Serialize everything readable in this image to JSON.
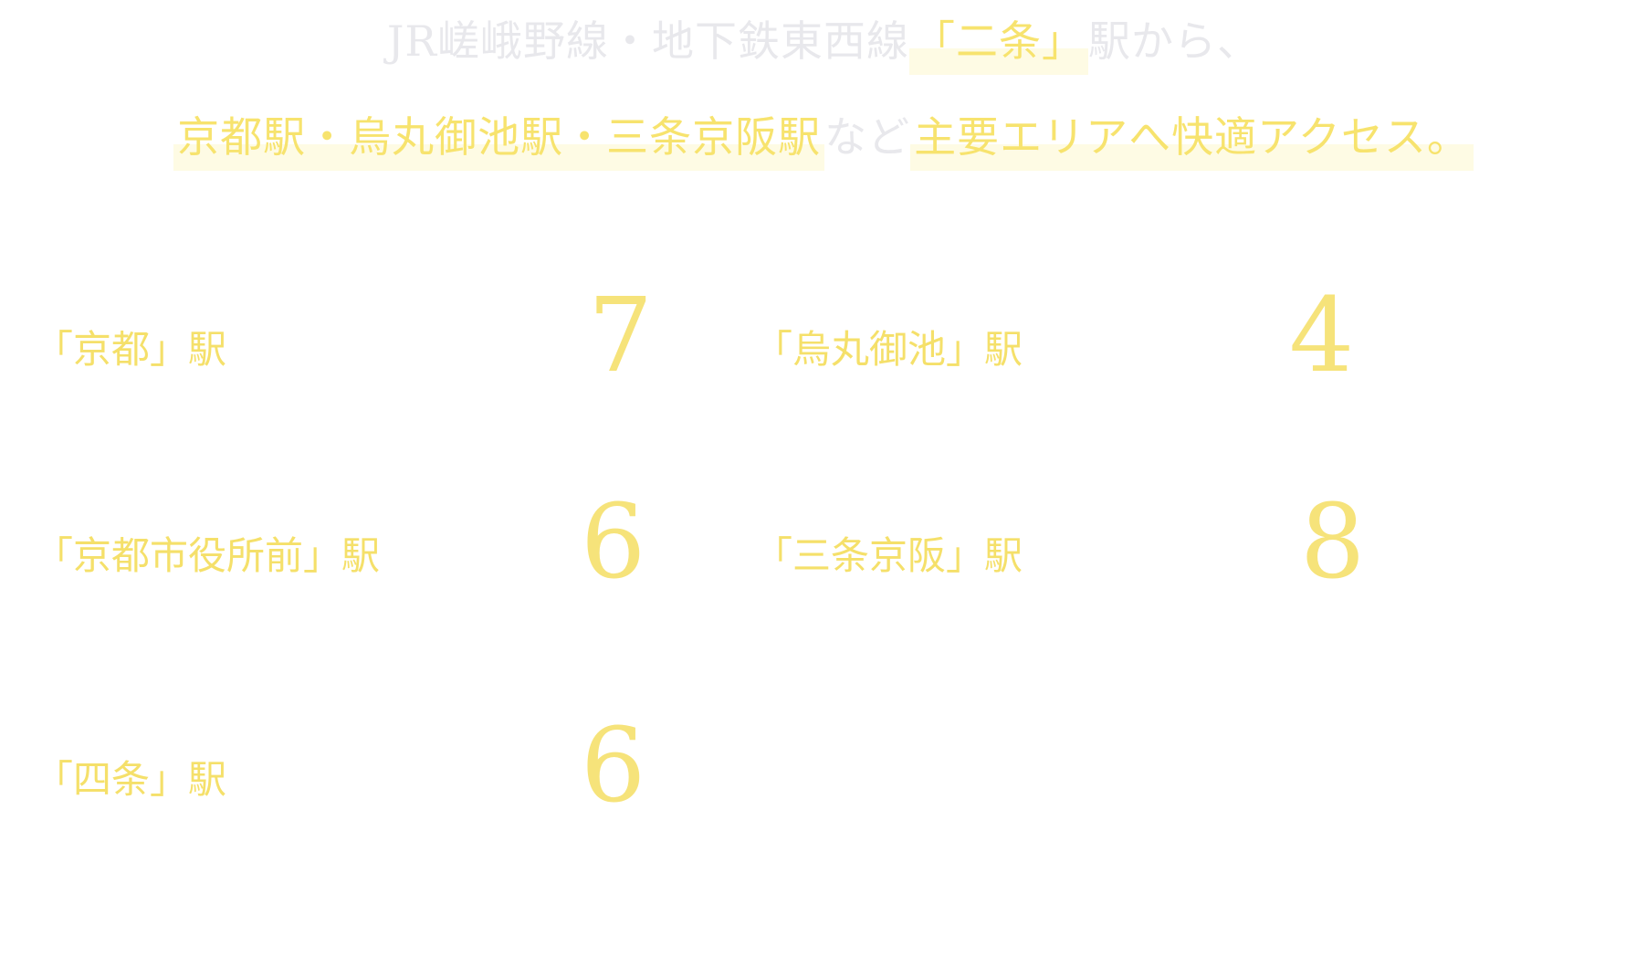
{
  "headline": {
    "line1_plain": "JR嵯峨野線・地下鉄東西線",
    "line1_highlight": "「二条」",
    "line1_plain2": "駅から、",
    "line2_highlight1": "京都駅・烏丸御池駅・三条京阪駅",
    "line2_plain": "など",
    "line2_highlight2": "主要エリアへ快適アクセス。"
  },
  "stations": [
    {
      "name": "「京都」駅",
      "minutes": "7"
    },
    {
      "name": "「烏丸御池」駅",
      "minutes": "4"
    },
    {
      "name": "「京都市役所前」駅",
      "minutes": "6"
    },
    {
      "name": "「三条京阪」駅",
      "minutes": "8"
    },
    {
      "name": "「四条」駅",
      "minutes": "6"
    }
  ],
  "colors": {
    "accent_yellow": "#f5e06a",
    "highlight_bg": "#fefbe4",
    "light_text": "#e8e8ec"
  }
}
